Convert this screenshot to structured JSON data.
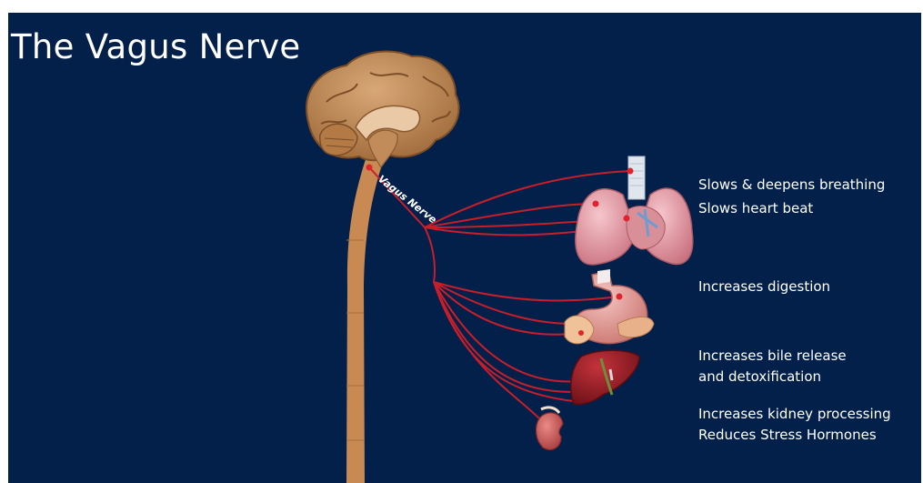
{
  "slide": {
    "title": "The Vagus Nerve",
    "nerve_label": "Vagus Nerve",
    "effects": [
      "Slows & deepens breathing",
      "Slows heart beat",
      "Increases digestion",
      "Increases bile release",
      "and detoxification",
      "Increases kidney processing",
      "Reduces Stress Hormones"
    ]
  },
  "colors": {
    "background": "#03204a",
    "nerve": "#c81e2a",
    "text": "#ffffff"
  }
}
